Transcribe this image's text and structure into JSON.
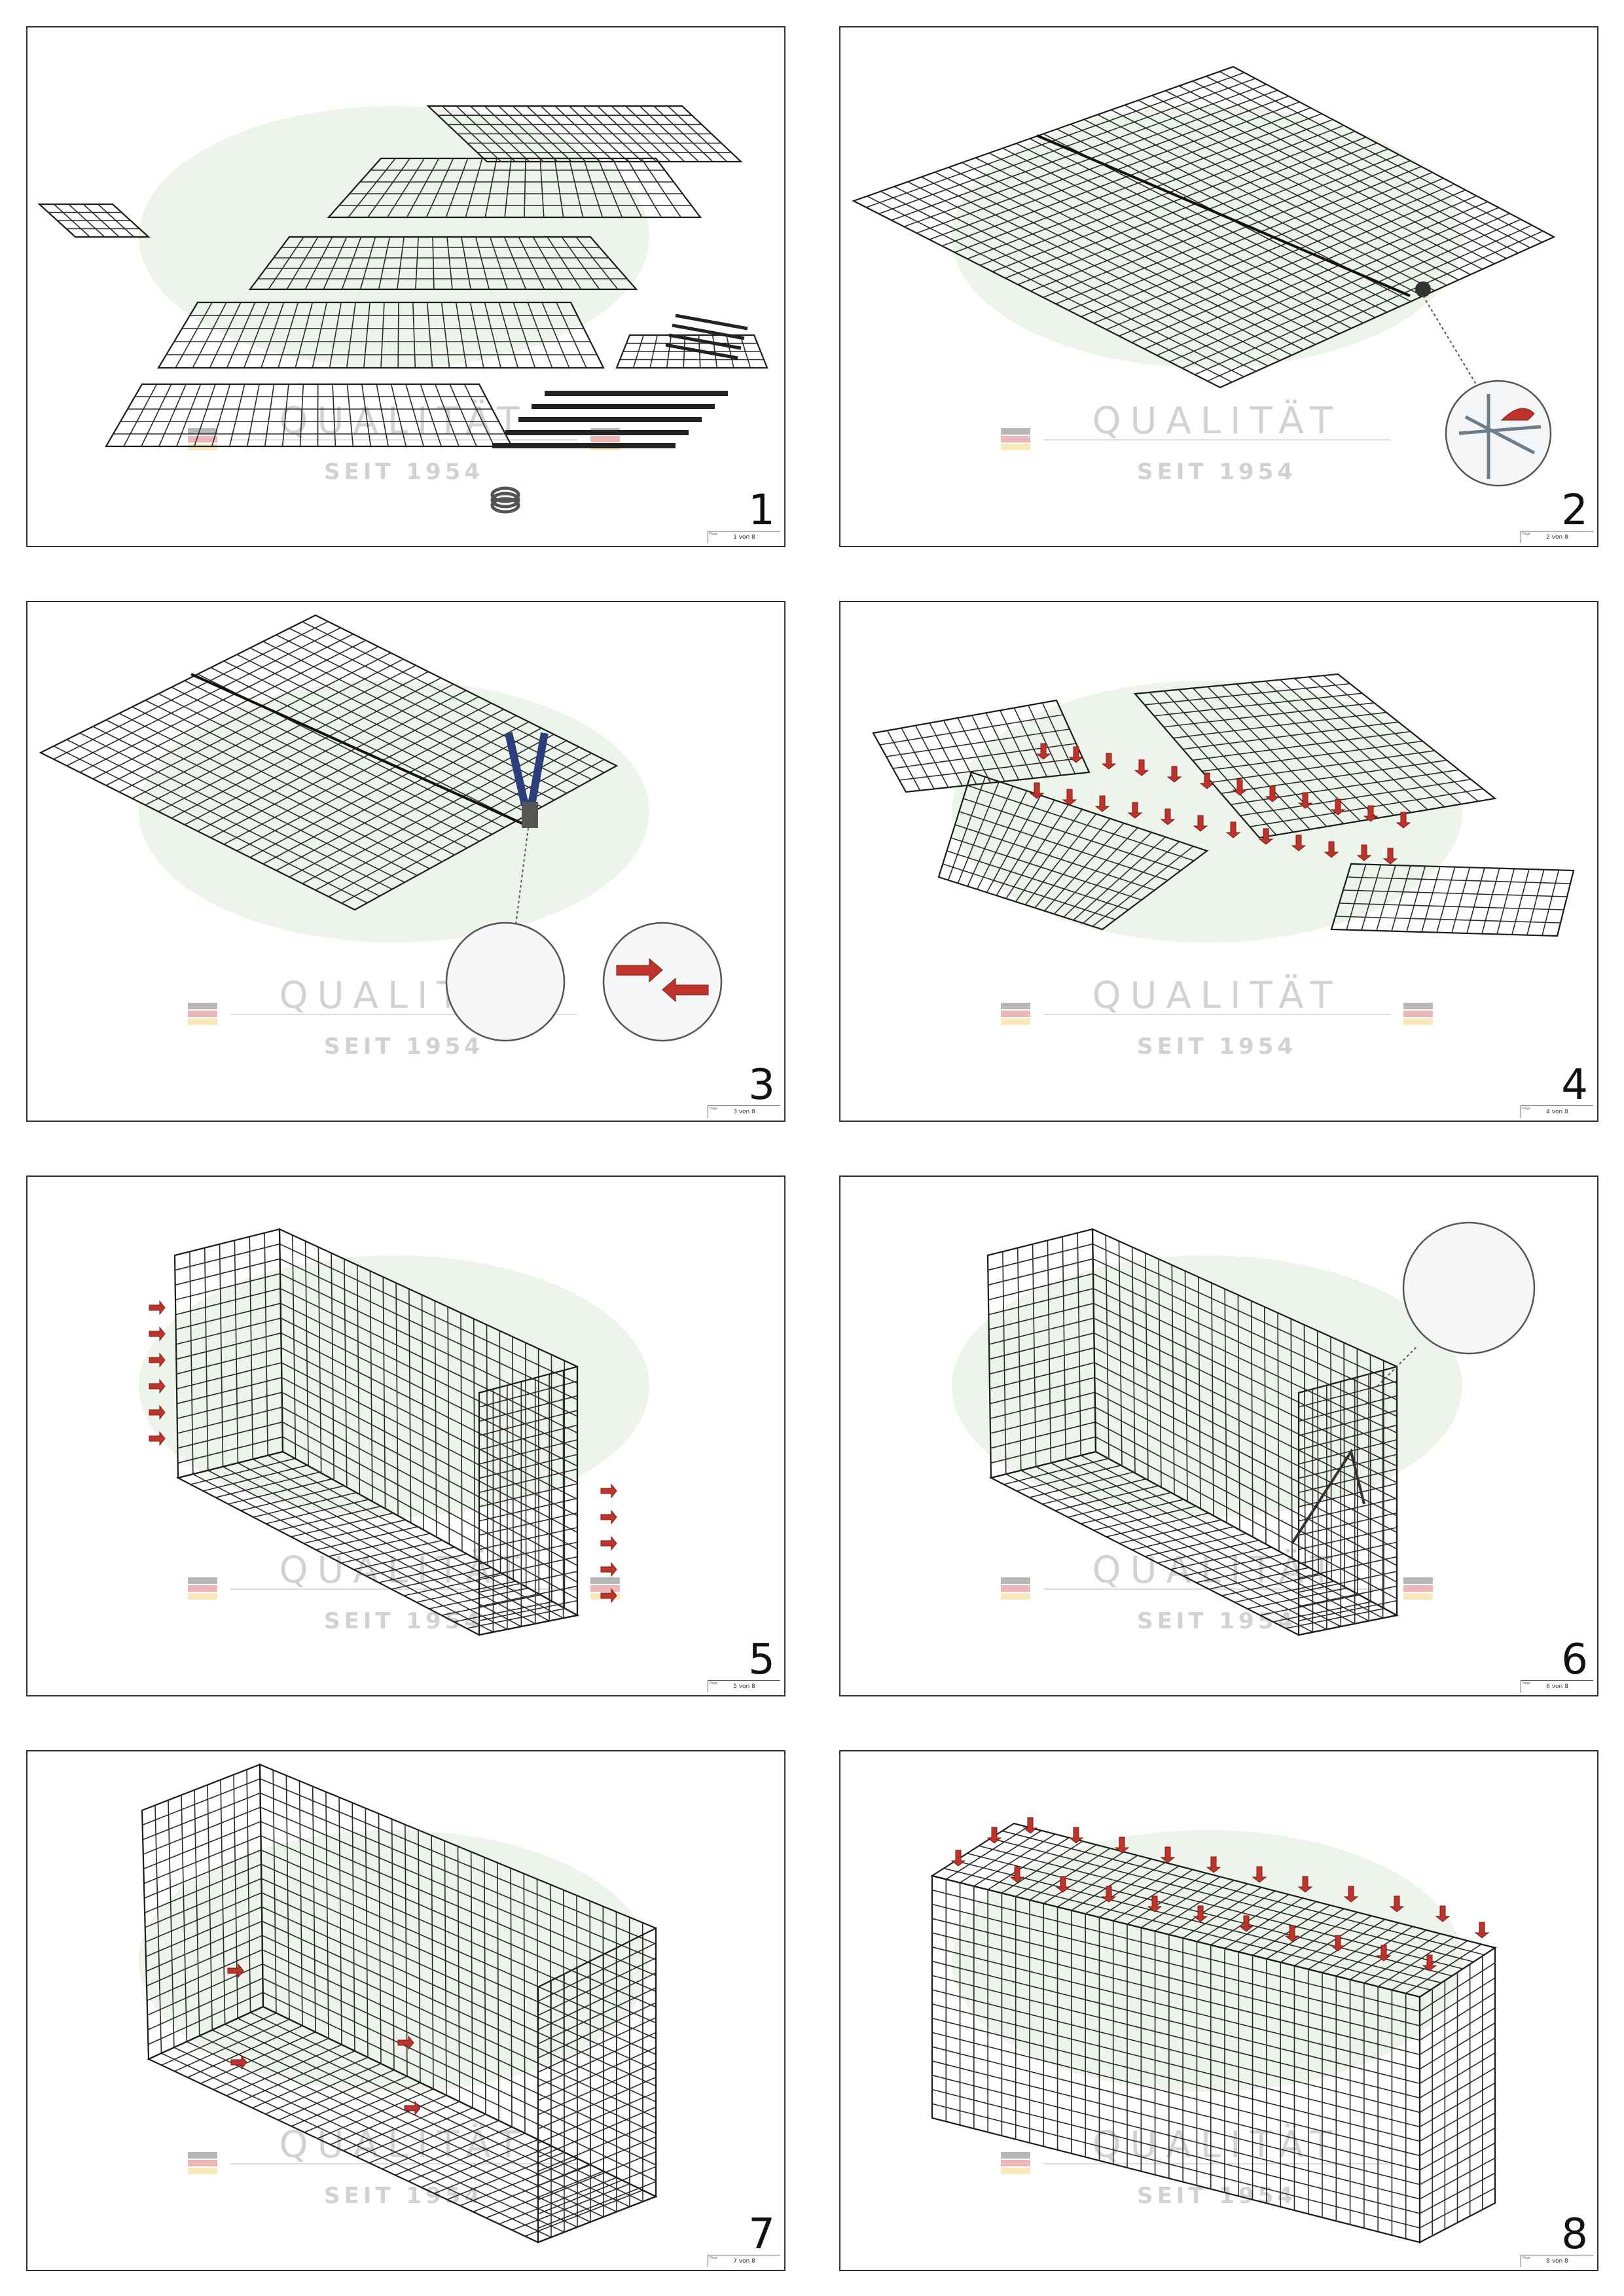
{
  "watermark": {
    "quality_text": "QUALITÄT",
    "since_text": "SEIT 1954"
  },
  "colors": {
    "arrow": "#c0332b",
    "wire": "#1b1b1b",
    "watermark_oval": "#eef3ec",
    "tool_handle": "#2d3f7a"
  },
  "panels": [
    {
      "step": "1",
      "page": "1 von 8"
    },
    {
      "step": "2",
      "page": "2 von 8"
    },
    {
      "step": "3",
      "page": "3 von 8"
    },
    {
      "step": "4",
      "page": "4 von 8"
    },
    {
      "step": "5",
      "page": "5 von 8"
    },
    {
      "step": "6",
      "page": "6 von 8"
    },
    {
      "step": "7",
      "page": "7 von 8"
    },
    {
      "step": "8",
      "page": "8 von 8"
    }
  ]
}
